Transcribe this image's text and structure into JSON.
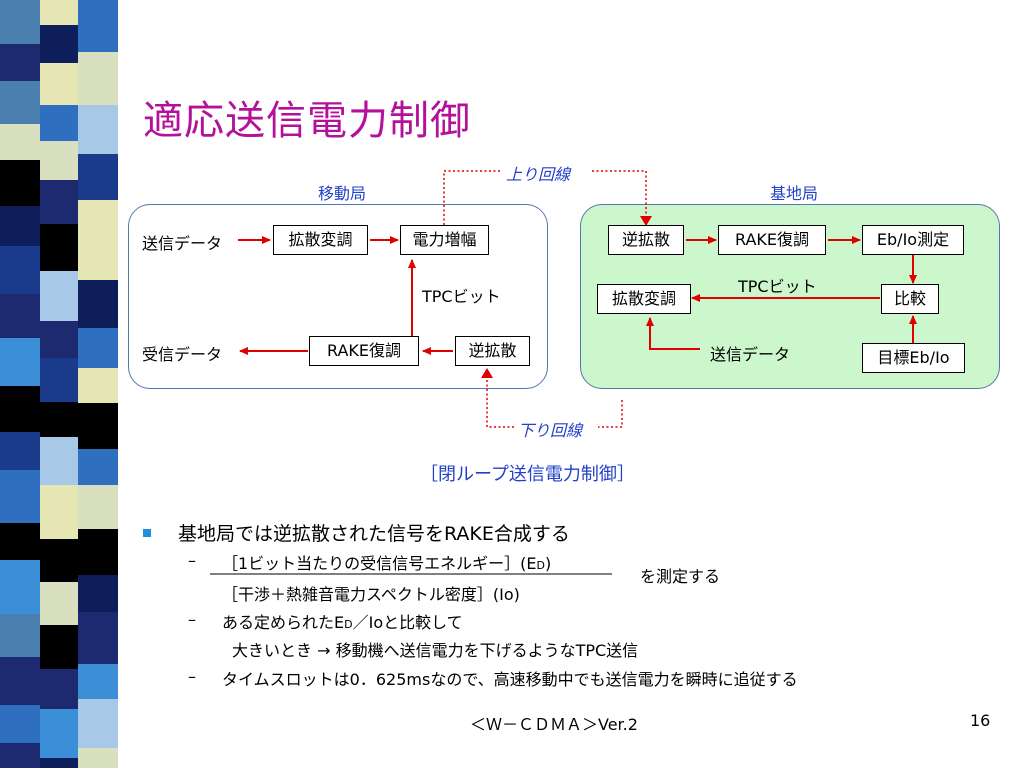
{
  "slide": {
    "title": "適応送信電力制御",
    "page_number": "16",
    "footer": "＜Ｗ－ＣＤＭＡ＞Ver.2"
  },
  "diagram": {
    "uplink_label": "上り回線",
    "downlink_label": "下り回線",
    "caption": "［閉ループ送信電力制御］",
    "mobile": {
      "label": "移動局",
      "tx_data": "送信データ",
      "spread_mod": "拡散変調",
      "power_amp": "電力増幅",
      "tpc_bit": "TPCビット",
      "rx_data": "受信データ",
      "rake": "RAKE復調",
      "despread": "逆拡散"
    },
    "base": {
      "label": "基地局",
      "despread": "逆拡散",
      "rake": "RAKE復調",
      "ebio_measure": "Eb/Io測定",
      "tpc_bit": "TPCビット",
      "spread_mod": "拡散変調",
      "compare": "比較",
      "tx_data": "送信データ",
      "target": "目標Eb/Io"
    }
  },
  "bullets": {
    "main": "基地局では逆拡散された信号をRAKE合成する",
    "fraction_numerator": "［1ビット当たりの受信信号エネルギー］(E",
    "fraction_numerator_sub": "D",
    "fraction_numerator_end": ")",
    "fraction_denominator": "［干渉＋熱雑音電力スペクトル密度］(Io)",
    "fraction_suffix": "を測定する",
    "sub2_a": "ある定められたE",
    "sub2_sub": "D",
    "sub2_b": "／Ioと比較して",
    "sub2_cont": "大きいとき → 移動機へ送信電力を下げるようなTPC送信",
    "sub3": "タイムスロットは0．625msなので、高速移動中でも送信電力を瞬時に追従する",
    "dash": "–"
  }
}
